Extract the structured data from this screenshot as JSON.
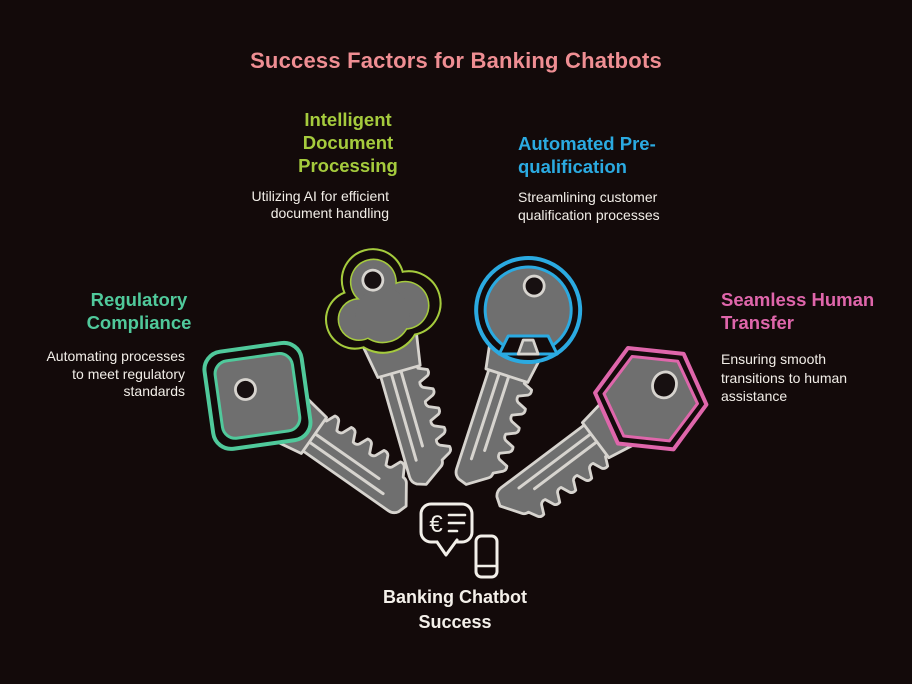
{
  "background": "#130a0a",
  "title": {
    "text": "Success Factors for Banking Chatbots",
    "color": "#ef8e93"
  },
  "palette": {
    "key_gray": "#6f6f6f",
    "key_outline": "#d7d4cf",
    "body_text": "#f2eee8"
  },
  "factors": [
    {
      "name": "Regulatory Compliance",
      "heading_lines": [
        "Regulatory",
        "Compliance"
      ],
      "description_lines": [
        "Automating processes",
        "to meet regulatory",
        "standards"
      ],
      "color": "#50c99b",
      "key_head_shape": "rounded-square",
      "icon": "key-icon"
    },
    {
      "name": "Intelligent Document Processing",
      "heading_lines": [
        "Intelligent",
        "Document",
        "Processing"
      ],
      "description_lines": [
        "Utilizing AI for efficient",
        "document handling"
      ],
      "color": "#a5cb3d",
      "key_head_shape": "clover",
      "icon": "key-icon"
    },
    {
      "name": "Automated Pre-qualification",
      "heading_lines": [
        "Automated Pre-",
        "qualification"
      ],
      "description_lines": [
        "Streamlining customer",
        "qualification processes"
      ],
      "color": "#2baae1",
      "key_head_shape": "round",
      "icon": "key-icon"
    },
    {
      "name": "Seamless Human Transfer",
      "heading_lines": [
        "Seamless Human",
        "Transfer"
      ],
      "description_lines": [
        "Ensuring smooth",
        "transitions to human",
        "assistance"
      ],
      "color": "#df66ab",
      "key_head_shape": "hexagon",
      "icon": "key-icon"
    }
  ],
  "center": {
    "label_lines": [
      "Banking Chatbot",
      "Success"
    ],
    "icon": "euro-chat-bubble-with-phone",
    "currency_symbol": "€"
  }
}
